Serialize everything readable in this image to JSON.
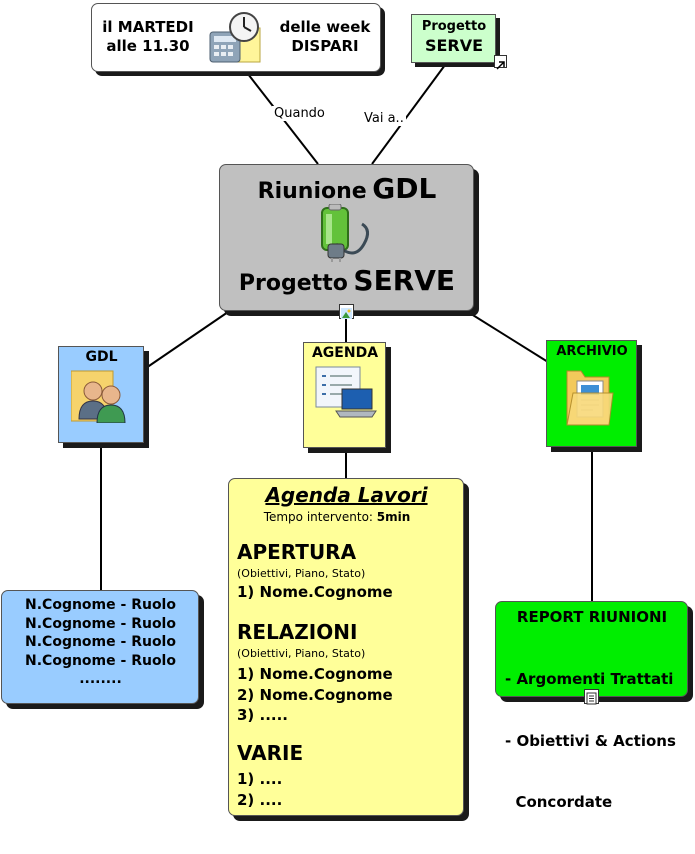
{
  "schedule": {
    "left_line1": "il MARTEDI",
    "left_line2": "alle 11.30",
    "right_line1": "delle week",
    "right_line2": "DISPARI",
    "icon": "calendar-clock-icon"
  },
  "link_node": {
    "line1": "Progetto",
    "line2": "SERVE",
    "icon": "shortcut-arrow-icon"
  },
  "edge_labels": {
    "when": "Quando",
    "goto": "Vai a.."
  },
  "central": {
    "line1_prefix": "Riunione",
    "line1_big": "GDL",
    "line2_prefix": "Progetto",
    "line2_big": "SERVE",
    "icon": "battery-plug-icon",
    "badge_icon": "image-icon"
  },
  "gdl": {
    "title": "GDL",
    "icon": "users-icon",
    "color": "#99ccff"
  },
  "agenda": {
    "title": "AGENDA",
    "icon": "presentation-laptop-icon",
    "color": "#ffff99"
  },
  "archivio": {
    "title": "ARCHIVIO",
    "icon": "folder-documents-icon",
    "color": "#00ee00"
  },
  "members": {
    "items": [
      "N.Cognome - Ruolo",
      "N.Cognome - Ruolo",
      "N.Cognome - Ruolo",
      "N.Cognome - Ruolo"
    ],
    "more": "........"
  },
  "agenda_lavori": {
    "title": "Agenda Lavori",
    "subtitle_prefix": "Tempo intervento:",
    "subtitle_value": "5min",
    "apertura": {
      "heading": "APERTURA",
      "note": "(Obiettivi, Piano, Stato)",
      "items": [
        "1) Nome.Cognome"
      ]
    },
    "relazioni": {
      "heading": "RELAZIONI",
      "note": "(Obiettivi, Piano, Stato)",
      "items": [
        "1) Nome.Cognome",
        "2) Nome.Cognome",
        "3) ....."
      ]
    },
    "varie": {
      "heading": "VARIE",
      "items": [
        "1) ....",
        "2) ...."
      ]
    }
  },
  "report": {
    "title": "REPORT RIUNIONI",
    "items": [
      "- Argomenti Trattati",
      "- Obiettivi & Actions",
      "  Concordate"
    ],
    "icon": "note-icon"
  }
}
